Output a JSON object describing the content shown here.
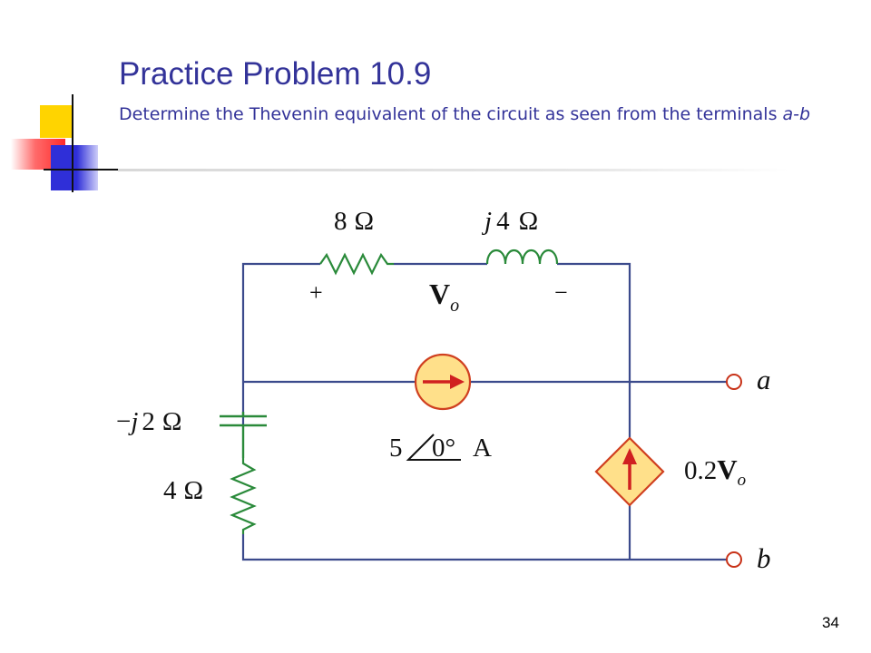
{
  "slide": {
    "title": "Practice Problem 10.9",
    "subtitle_main": "Determine the Thevenin equivalent of the circuit as seen from the terminals ",
    "subtitle_terminals": "a-b",
    "slide_number": "34"
  },
  "circuit": {
    "r_top": {
      "value": "8",
      "unit": "Ω"
    },
    "l_top": {
      "prefix": "j",
      "value": "4",
      "unit": "Ω"
    },
    "vo_plus": "+",
    "vo_minus": "−",
    "vo_label": {
      "main": "V",
      "sub": "o"
    },
    "capacitor": {
      "prefix": "−",
      "j": "j",
      "value": "2",
      "unit": "Ω"
    },
    "r_left": {
      "value": "4",
      "unit": "Ω"
    },
    "source": {
      "magnitude": "5",
      "angle": "0°",
      "unit": "A"
    },
    "dependent": {
      "coef": "0.2",
      "var": "V",
      "sub": "o"
    },
    "terminal_a": "a",
    "terminal_b": "b",
    "colors": {
      "wire": "#3b4a8c",
      "component": "#2a8a3a",
      "source_fill": "#ffe08a",
      "source_stroke": "#d04020",
      "arrow": "#d02020",
      "terminal": "#c83218"
    }
  }
}
